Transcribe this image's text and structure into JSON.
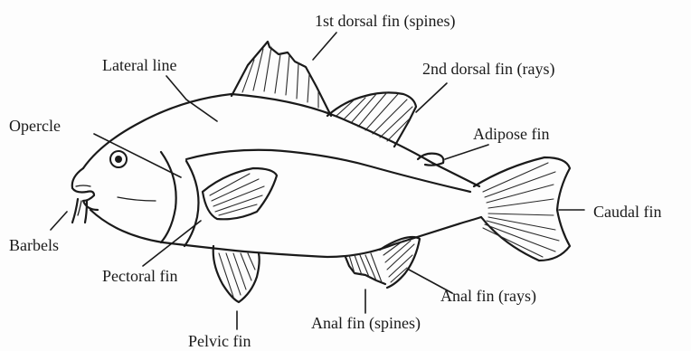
{
  "labels": {
    "first_dorsal_fin": "1st dorsal fin (spines)",
    "lateral_line": "Lateral line",
    "second_dorsal_fin": "2nd dorsal fin (rays)",
    "opercle": "Opercle",
    "adipose_fin": "Adipose fin",
    "caudal_fin": "Caudal fin",
    "barbels": "Barbels",
    "pectoral_fin": "Pectoral fin",
    "anal_fin_rays": "Anal fin (rays)",
    "anal_fin_spines": "Anal fin (spines)",
    "pelvic_fin": "Pelvic fin"
  }
}
